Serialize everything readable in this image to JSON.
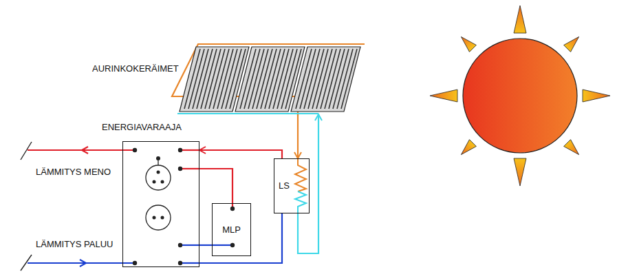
{
  "diagram": {
    "nodes": [
      {
        "text": [
          "AURINKOKERÄIMET"
        ]
      },
      {
        "text": [
          "ENERGIAVARAAJA"
        ]
      },
      {
        "text": [
          "MLP"
        ]
      },
      {
        "text": [
          "LS"
        ]
      }
    ],
    "edges": [
      {
        "from": 3,
        "to": 1,
        "arrow": "to"
      },
      {
        "from": 1,
        "to": 3,
        "arrow": "none"
      },
      {
        "from": 1,
        "to": 2,
        "arrow": "none"
      },
      {
        "from": 1,
        "to": 2,
        "arrow": "none"
      },
      {
        "from": 0,
        "to": 3,
        "arrow": "to"
      },
      {
        "from": 3,
        "to": 0,
        "arrow": "to"
      }
    ],
    "labels": [
      "LÄMMITYS MENO",
      "LÄMMITYS PALUU"
    ]
  }
}
